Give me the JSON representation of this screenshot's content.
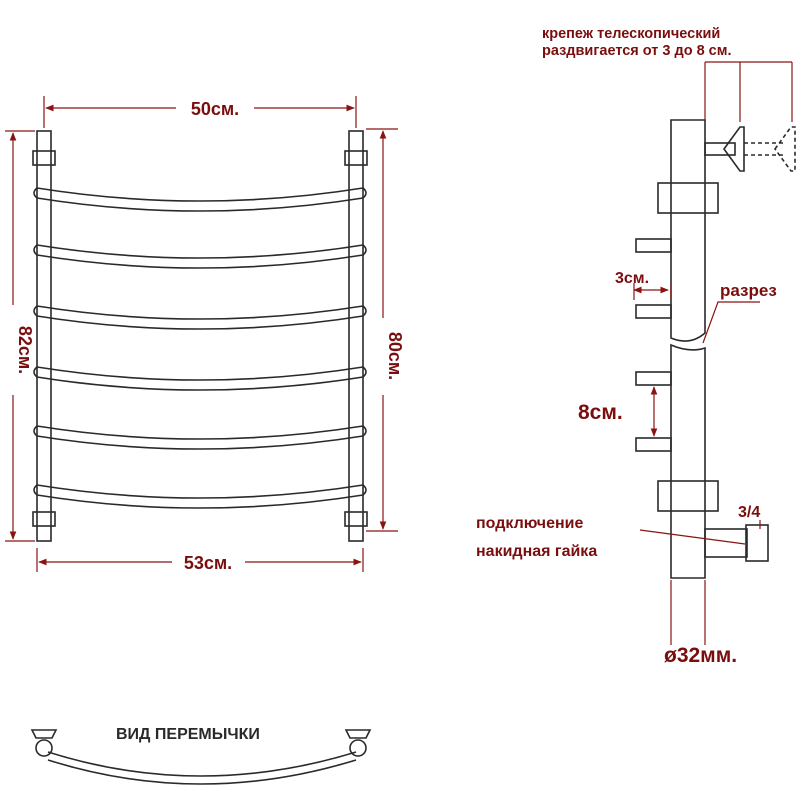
{
  "colors": {
    "line": "#2a2a2a",
    "label": "#7a0e0e",
    "dim_line": "#8a1414"
  },
  "labels": {
    "top_width": "50см.",
    "bottom_width": "53см.",
    "left_height": "82см.",
    "right_height": "80см.",
    "mount_line1": "крепеж телескопический",
    "mount_line2": "раздвигается от 3 до 8 см.",
    "cut": "разрез",
    "offset": "3см.",
    "spacing": "8см.",
    "thread": "3/4",
    "connection_line1": "подключение",
    "connection_line2": "накидная гайка",
    "diameter": "ø32мм.",
    "bridge_view": "ВИД ПЕРЕМЫЧКИ"
  }
}
